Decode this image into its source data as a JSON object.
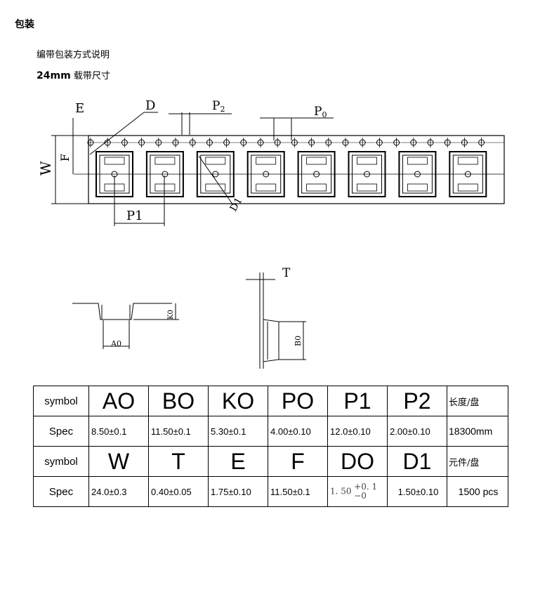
{
  "heading": "包装",
  "subtitle": "编带包装方式说明",
  "size_line": {
    "bold": "24mm",
    "text": "载带尺寸"
  },
  "drawing": {
    "labels": {
      "E": "E",
      "D": "D",
      "P2": "P",
      "P2_sub": "2",
      "P0": "P",
      "P0_sub": "0",
      "W": "W",
      "F": "F",
      "P1": "P1",
      "D1": "D1",
      "T": "T",
      "K0": "K0",
      "A0": "A0",
      "B0": "B0"
    }
  },
  "table": {
    "rows": [
      {
        "label": "symbol",
        "cells": [
          "AO",
          "BO",
          "KO",
          "PO",
          "P1",
          "P2"
        ],
        "unit": "长度/盘"
      },
      {
        "label": "Spec",
        "cells": [
          "8.50±0.1",
          "11.50±0.1",
          "5.30±0.1",
          "4.00±0.10",
          "12.0±0.10",
          "2.00±0.10"
        ],
        "unit": "18300mm"
      },
      {
        "label": "symbol",
        "cells": [
          "W",
          "T",
          "E",
          "F",
          "DO",
          "D1"
        ],
        "unit": "元件/盘"
      },
      {
        "label": "Spec",
        "cells": [
          "24.0±0.3",
          "0.40±0.05",
          "1.75±0.10",
          "11.50±0.1",
          "",
          "1.50±0.10"
        ],
        "unit": "1500 pcs"
      }
    ],
    "do_spec": {
      "base": "1. 50",
      "plus": "+0. 1",
      "minus": "−0"
    }
  }
}
